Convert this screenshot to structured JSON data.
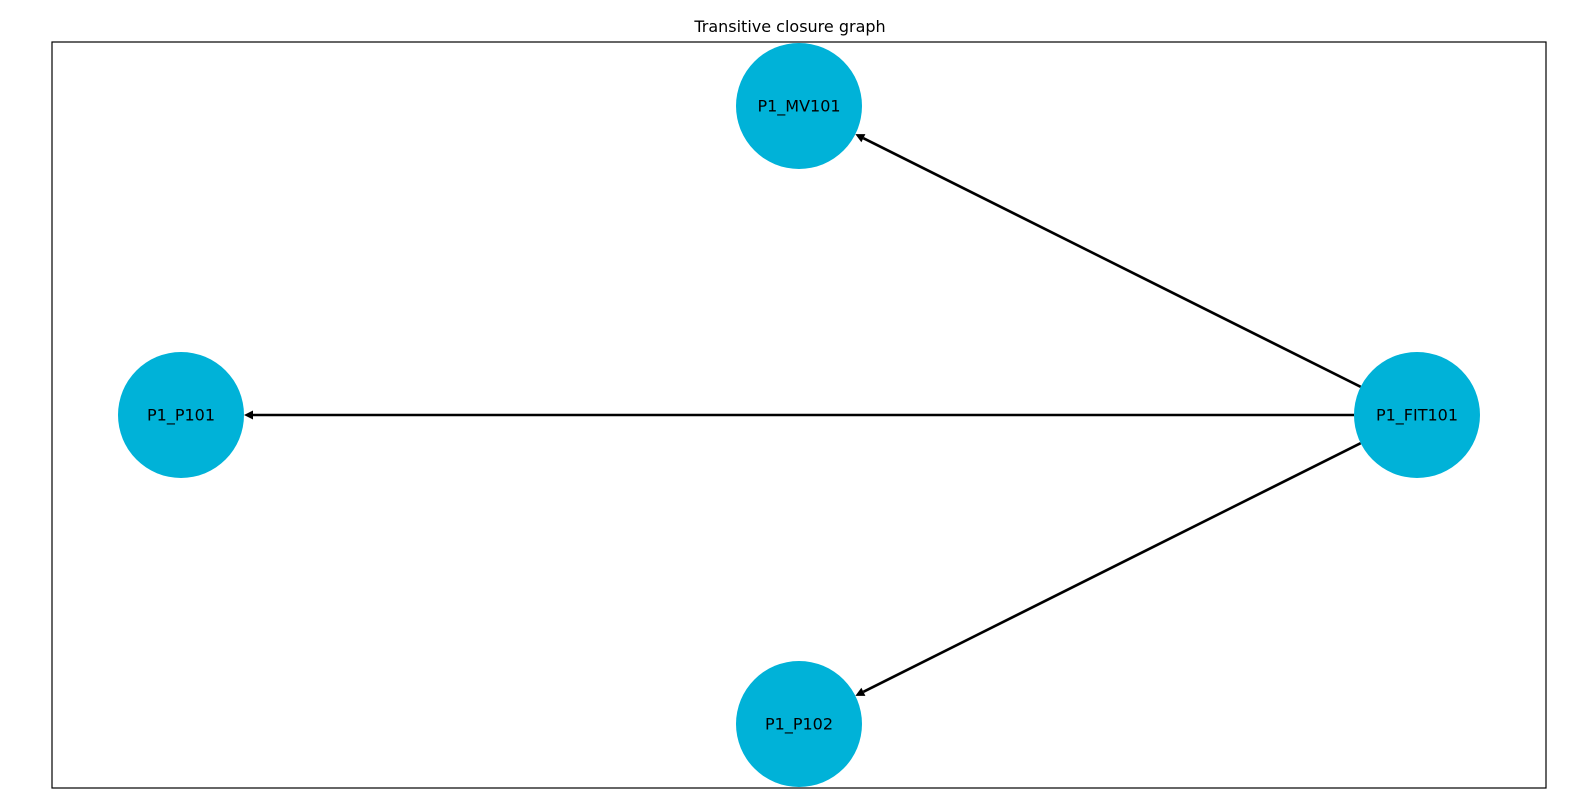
{
  "title": "Transitive closure graph",
  "node_color": "#00b2d8",
  "edge_color": "#000000",
  "nodes": [
    {
      "id": "P1_MV101",
      "label": "P1_MV101"
    },
    {
      "id": "P1_P101",
      "label": "P1_P101"
    },
    {
      "id": "P1_FIT101",
      "label": "P1_FIT101"
    },
    {
      "id": "P1_P102",
      "label": "P1_P102"
    }
  ],
  "edges": [
    {
      "source": "P1_FIT101",
      "target": "P1_MV101"
    },
    {
      "source": "P1_FIT101",
      "target": "P1_P101"
    },
    {
      "source": "P1_FIT101",
      "target": "P1_P102"
    }
  ]
}
